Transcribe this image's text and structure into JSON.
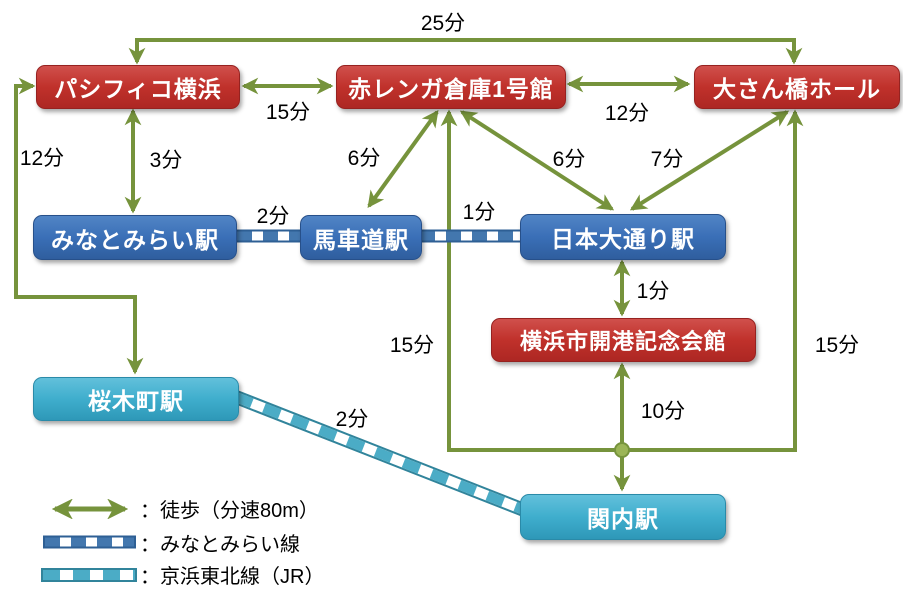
{
  "nodes": {
    "pacifico": "パシフィコ横浜",
    "akarenga": "赤レンガ倉庫1号館",
    "osanbashi": "大さん橋ホール",
    "minatomirai": "みなとみらい駅",
    "bashamichi": "馬車道駅",
    "nihonodori": "日本大通り駅",
    "kaiko": "横浜市開港記念会館",
    "sakuragicho": "桜木町駅",
    "kannai": "関内駅"
  },
  "times": {
    "pacifico_osanbashi": "25分",
    "pacifico_akarenga": "15分",
    "akarenga_osanbashi": "12分",
    "pacifico_sakuragicho": "12分",
    "pacifico_minatomirai": "3分",
    "akarenga_bashamichi": "6分",
    "akarenga_nihonodori": "6分",
    "osanbashi_nihonodori": "7分",
    "minatomirai_bashamichi": "2分",
    "bashamichi_nihonodori": "1分",
    "nihonodori_kaiko": "1分",
    "akarenga_kannai": "15分",
    "osanbashi_kannai": "15分",
    "kaiko_kannai": "10分",
    "sakuragicho_kannai": "2分"
  },
  "legend": {
    "walk": "：徒歩（分速80m）",
    "mm_line": "：みなとみらい線",
    "jr_line": "：京浜東北線（JR）"
  },
  "colors": {
    "walk_green": "#76933C",
    "landmark_red": "#C0312B",
    "station_blue": "#3A6FB7",
    "jr_station_cyan": "#3FAECD",
    "mm_rail_dash": "#4377AE",
    "mm_rail_border": "#2E5F94",
    "jr_rail_dash": "#4BACC6",
    "jr_rail_border": "#31849B"
  }
}
